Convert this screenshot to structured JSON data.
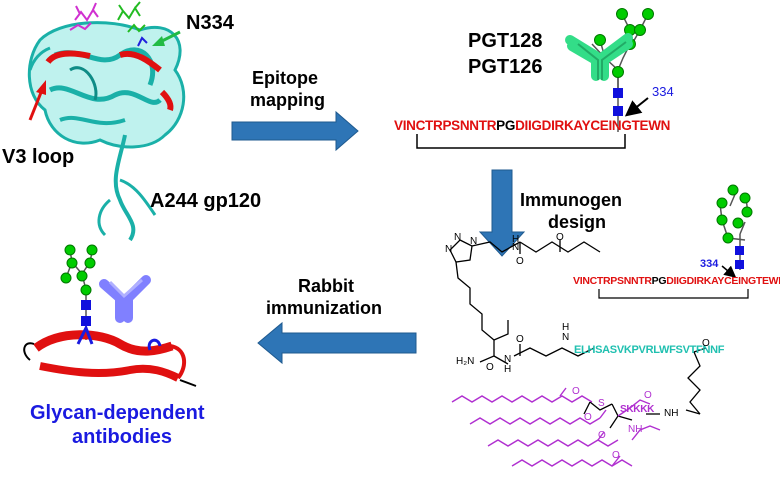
{
  "labels": {
    "n334": "N334",
    "v3_loop": "V3 loop",
    "a244": "A244 gp120",
    "epitope_mapping_1": "Epitope",
    "epitope_mapping_2": "mapping",
    "pgt128": "PGT128",
    "pgt126": "PGT126",
    "site_334_top": "334",
    "site_334_bottom": "334",
    "immunogen_1": "Immunogen",
    "immunogen_2": "design",
    "rabbit_1": "Rabbit",
    "rabbit_2": "immunization",
    "glycan_1": "Glycan-dependent",
    "glycan_2": "antibodies"
  },
  "sequence_top": {
    "part1": "VINCTRPSNNTR",
    "part2": "PG",
    "part3": "DIIGDIRKAYCEINGTEWN"
  },
  "sequence_bottom": {
    "part1": "VINCTRPSNNTR",
    "part2": "PG",
    "part3": "DIIGDIRKAYCEINGTEWN"
  },
  "helper_peptide": "ELHSASVKPVRLWFSVTFNNF",
  "lipo_tail": "SKKKK",
  "chem_atoms": {
    "n1": "N",
    "n2": "N",
    "n3": "N",
    "nh_amide_top": "H",
    "n_amide_top": "N",
    "o_top": "O",
    "o_mid": "O",
    "nh_mid": "N",
    "h_mid": "H",
    "h2n": "H₂N",
    "o_lower": "O",
    "n_lower": "N",
    "h_lower": "H",
    "nh_right": "N",
    "h_right": "H",
    "o_right": "O",
    "nh_lipo": "NH",
    "s_atom": "S",
    "o_lipo1": "O",
    "o_lipo2": "O",
    "o_lipo3": "O",
    "o_lipo4": "O",
    "o_lipo5": "O",
    "nh_lipo2": "NH",
    "o_lipo6": "O"
  },
  "colors": {
    "red_seq": "#e01010",
    "blue_arrow": "#2e75b6",
    "glycan_green": "#00cc00",
    "glycan_blue": "#1010dd",
    "antibody_green": "#33dd88",
    "antibody_purple": "#8080ff",
    "helper_cyan": "#20c0b0",
    "lipid_purple": "#b030d0",
    "protein_teal": "#1ab0a8",
    "label_blue": "#1a1ae0"
  }
}
